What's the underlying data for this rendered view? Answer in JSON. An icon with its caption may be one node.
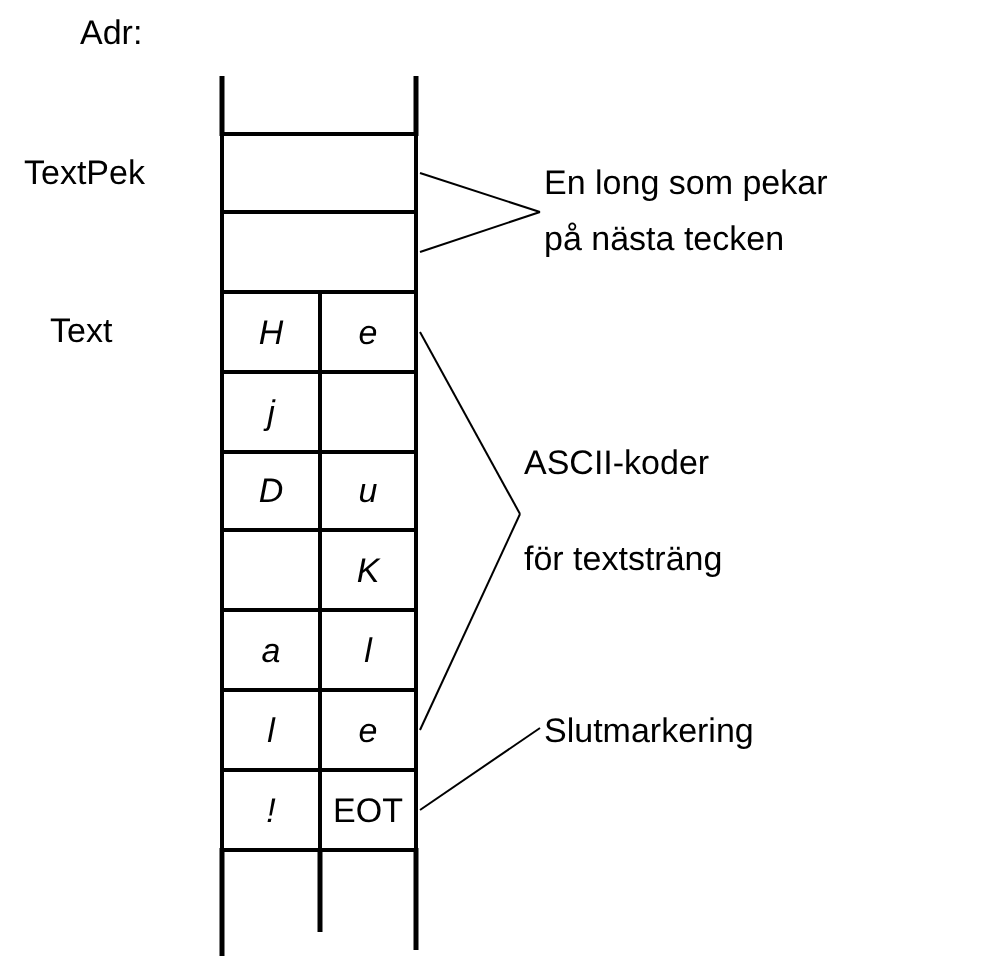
{
  "diagram": {
    "nodes": [
      {
        "text": [],
        "shape": "box"
      },
      {
        "text": [],
        "shape": "box"
      },
      {
        "text": [
          "En long som pekar på nästa tecken"
        ]
      },
      {
        "text": [
          "H"
        ]
      },
      {
        "text": [
          "e"
        ]
      },
      {
        "text": [
          "j"
        ]
      },
      {
        "text": [],
        "shape": "box"
      },
      {
        "text": [
          "D"
        ]
      },
      {
        "text": [
          "u"
        ]
      },
      {
        "text": [],
        "shape": "box"
      },
      {
        "text": [
          "K"
        ]
      },
      {
        "text": [
          "a"
        ]
      },
      {
        "text": [
          "l"
        ]
      },
      {
        "text": [
          "l"
        ]
      },
      {
        "text": [
          "e"
        ]
      },
      {
        "text": [
          "!"
        ]
      },
      {
        "text": [
          "EOT"
        ]
      },
      {
        "text": [
          "ASCII-koder",
          "för textsträng"
        ]
      },
      {
        "text": [
          "Slutmarkering"
        ]
      }
    ],
    "edges": [
      {
        "from": 2,
        "to": 0,
        "arrow": "none"
      },
      {
        "from": 2,
        "to": 1,
        "arrow": "none"
      },
      {
        "from": 17,
        "to": 4,
        "arrow": "none"
      },
      {
        "from": 17,
        "to": 14,
        "arrow": "none"
      },
      {
        "from": 18,
        "to": 16,
        "arrow": "none"
      }
    ],
    "labels": [
      "Adr:",
      "TextPek",
      "Text"
    ]
  }
}
